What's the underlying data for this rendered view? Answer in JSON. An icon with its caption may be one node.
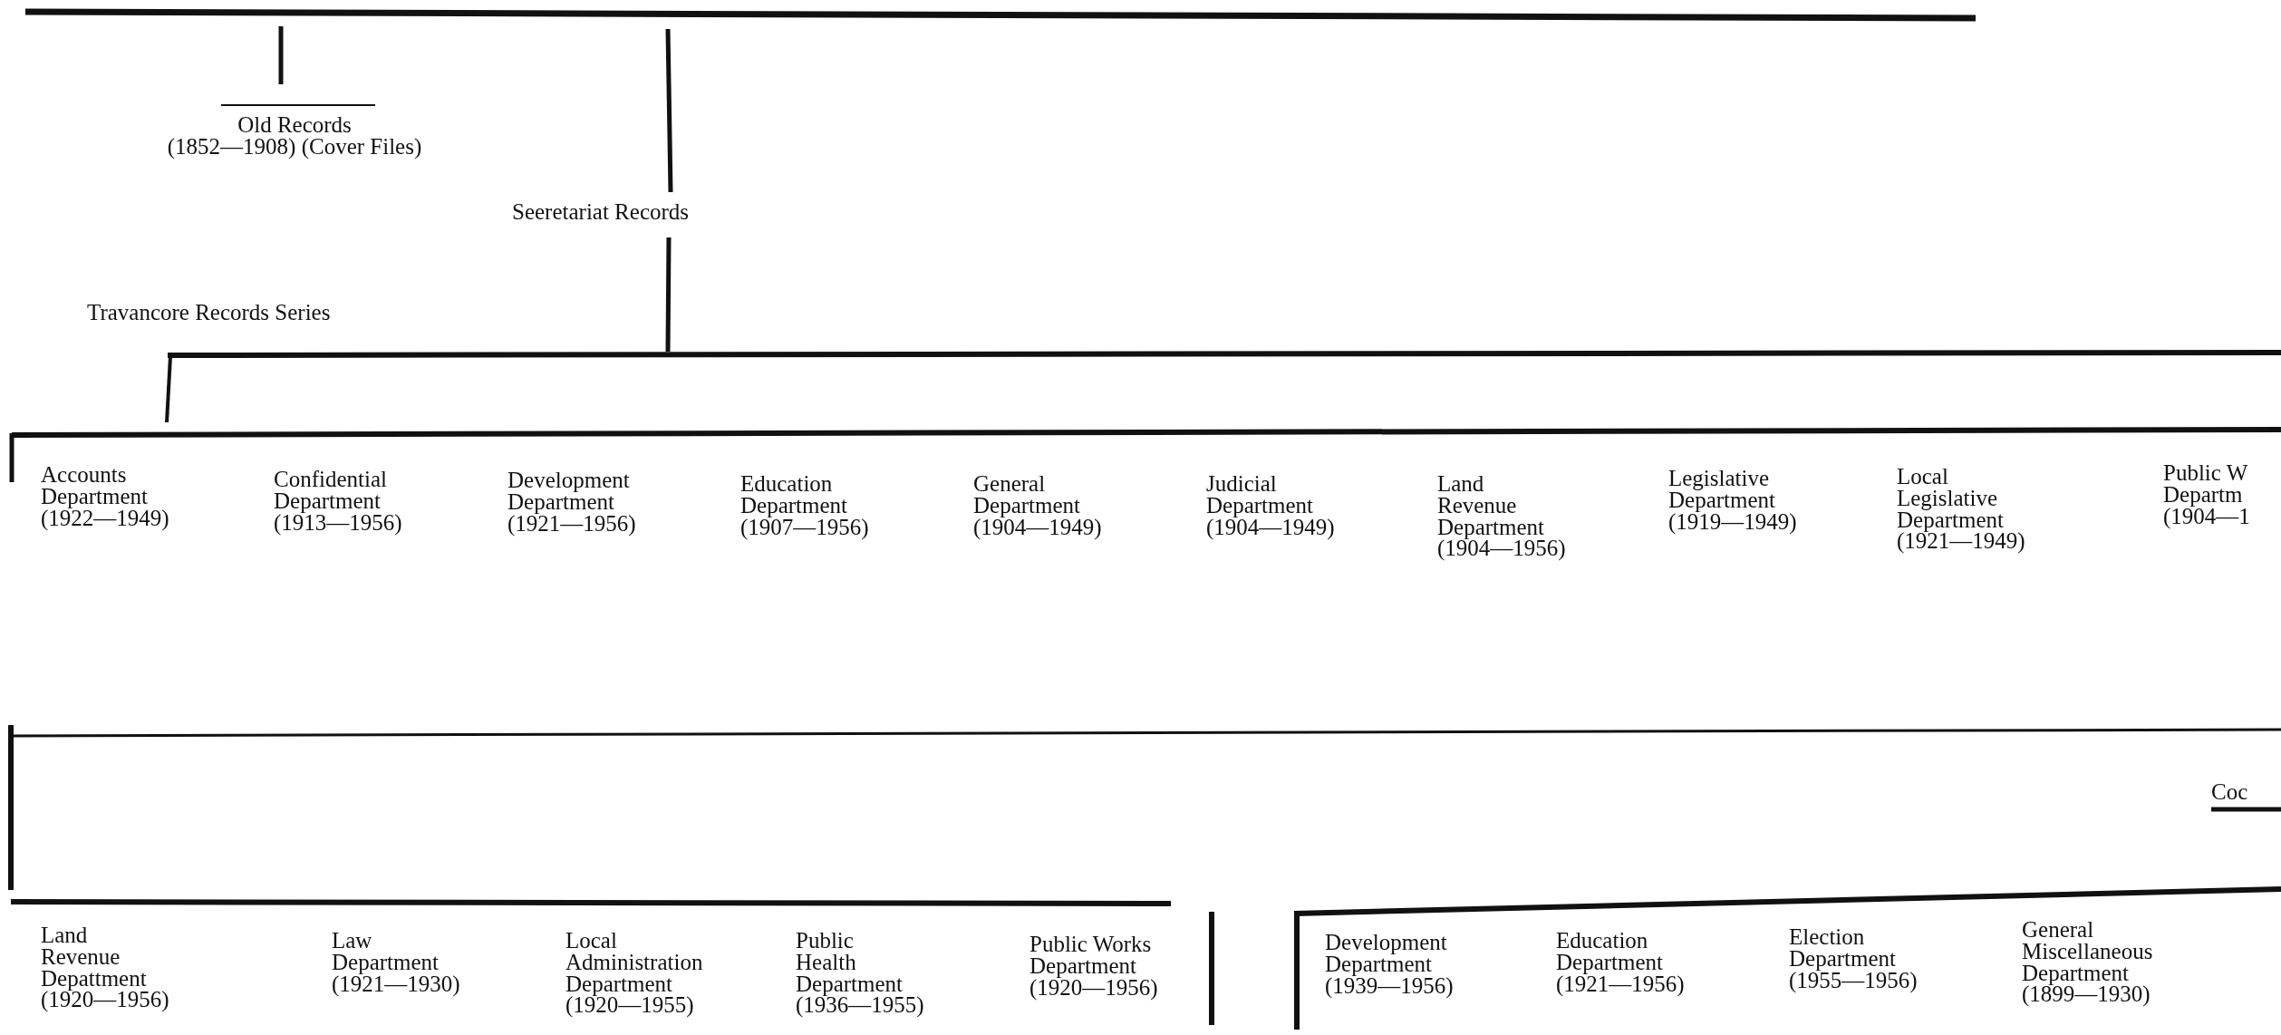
{
  "diagram": {
    "labels": [
      "Old Records (1852—1908) (Cover Files)",
      "Seeretariat Records",
      "Travancore Records Series",
      "Accounts Department (1922—1949)",
      "Confidential Department (1913—1956)",
      "Development Department (1921—1956)",
      "Education Department (1907—1956)",
      "General Department (1904—1949)",
      "Judicial Department (1904—1949)",
      "Land Revenue Department (1904—1956)",
      "Legislative Department (1919—1949)",
      "Local Legislative Department (1921—1949)",
      "Public W Departm (1904—1",
      "Coc",
      "Land Revenue Depattment (1920—1956)",
      "Law Department (1921—1930)",
      "Local Administration Department (1920—1955)",
      "Public Health Department (1936—1955)",
      "Public Works Department (1920—1956)",
      "Development Department (1939—1956)",
      "Education Department (1921—1956)",
      "Election Department (1955—1956)",
      "General Miscellaneous Department (1899—1930)"
    ]
  }
}
